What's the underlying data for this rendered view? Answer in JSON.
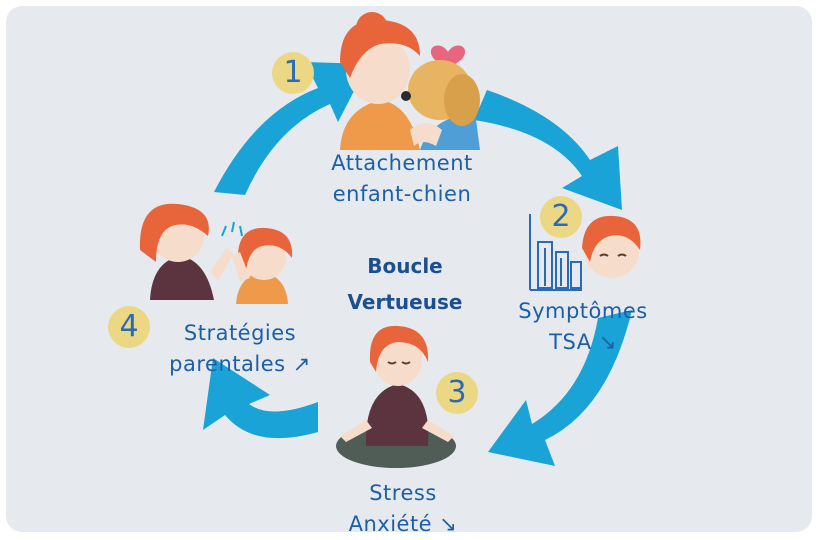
{
  "center": {
    "line1": "Boucle",
    "line2": "Vertueuse"
  },
  "steps": [
    {
      "number": "1",
      "line1": "Attachement",
      "line2": "enfant-chien"
    },
    {
      "number": "2",
      "line1": "Symptômes",
      "line2": "TSA ↘"
    },
    {
      "number": "3",
      "line1": "Stress",
      "line2": "Anxiété ↘"
    },
    {
      "number": "4",
      "line1": "Stratégies",
      "line2": "parentales ↗"
    }
  ],
  "colors": {
    "arrow": "#1aa3d6",
    "text": "#1c5fa8",
    "badge": "#ecd884",
    "hair": "#e8653c",
    "background": "#e6eaee"
  },
  "icons": [
    "circular-arrow-icon",
    "child-hugging-dog-illustration",
    "bar-chart-icon",
    "meditating-woman-illustration",
    "parent-child-high-five-illustration"
  ]
}
